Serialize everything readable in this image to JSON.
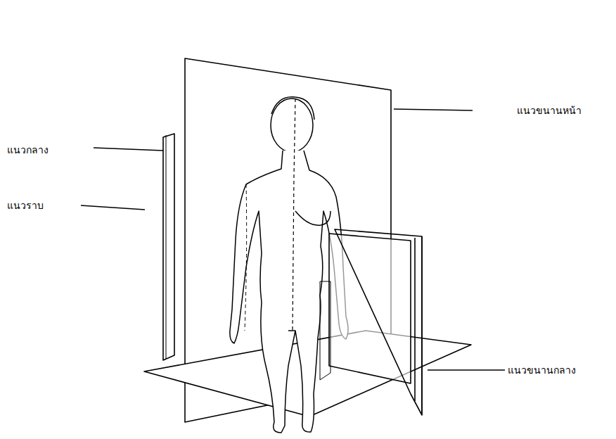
{
  "diagram": {
    "labels": [
      "แนวขนานหน้า",
      "แนวกลาง",
      "แนวราบ",
      "แนวขนานกลาง"
    ]
  }
}
